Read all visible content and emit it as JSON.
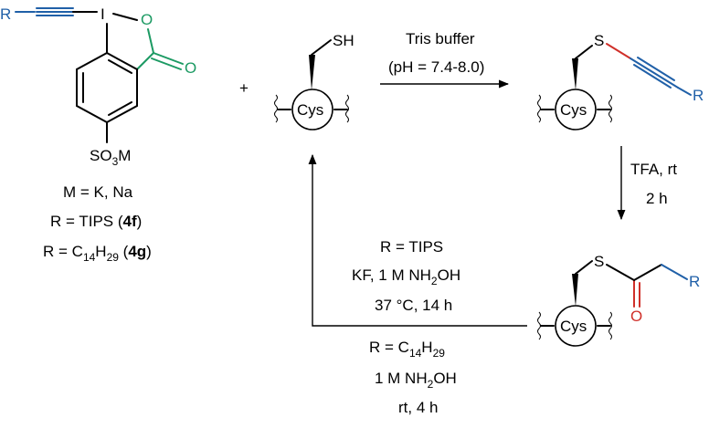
{
  "reagent": {
    "atom_R": "R",
    "atom_I": "I",
    "atom_O_ring": "O",
    "atom_O_carbonyl": "O",
    "sulfonate_prefix": "SO",
    "sulfonate_sub": "3",
    "sulfonate_suffix": "M",
    "metal_line": "M = K, Na",
    "line_tips_prefix": "R = TIPS (",
    "line_tips_bold": "4f",
    "line_tips_suffix": ")",
    "line_c14_prefix": "R = C",
    "line_c14_sub1": "14",
    "line_c14_mid": "H",
    "line_c14_sub2": "29",
    "line_c14_open": " (",
    "line_c14_bold": "4g",
    "line_c14_close": ")"
  },
  "plus": "+",
  "cys_label": "Cys",
  "thiol_label": "SH",
  "step1": {
    "line1": "Tris buffer",
    "line2": "(pH = 7.4-8.0)"
  },
  "product1": {
    "atom_S": "S",
    "atom_R": "R"
  },
  "step2": {
    "line1": "TFA, rt",
    "line2": "2 h"
  },
  "product2": {
    "atom_S": "S",
    "atom_O": "O",
    "atom_R": "R"
  },
  "step3": {
    "line1": "R = TIPS",
    "line2": "KF, 1 M NH₂OH",
    "line2_prefix": "KF, 1 M NH",
    "line2_sub": "2",
    "line2_suffix": "OH",
    "line3": "37 °C, 14 h",
    "line4_prefix": "R = C",
    "line4_sub1": "14",
    "line4_mid": "H",
    "line4_sub2": "29",
    "line5_prefix": "1 M NH",
    "line5_sub": "2",
    "line5_suffix": "OH",
    "line6": "rt, 4 h"
  },
  "colors": {
    "alkyne": "#2060a8",
    "ester": "#1c9a63",
    "carbonyl": "#d0302a",
    "black": "#000000"
  }
}
